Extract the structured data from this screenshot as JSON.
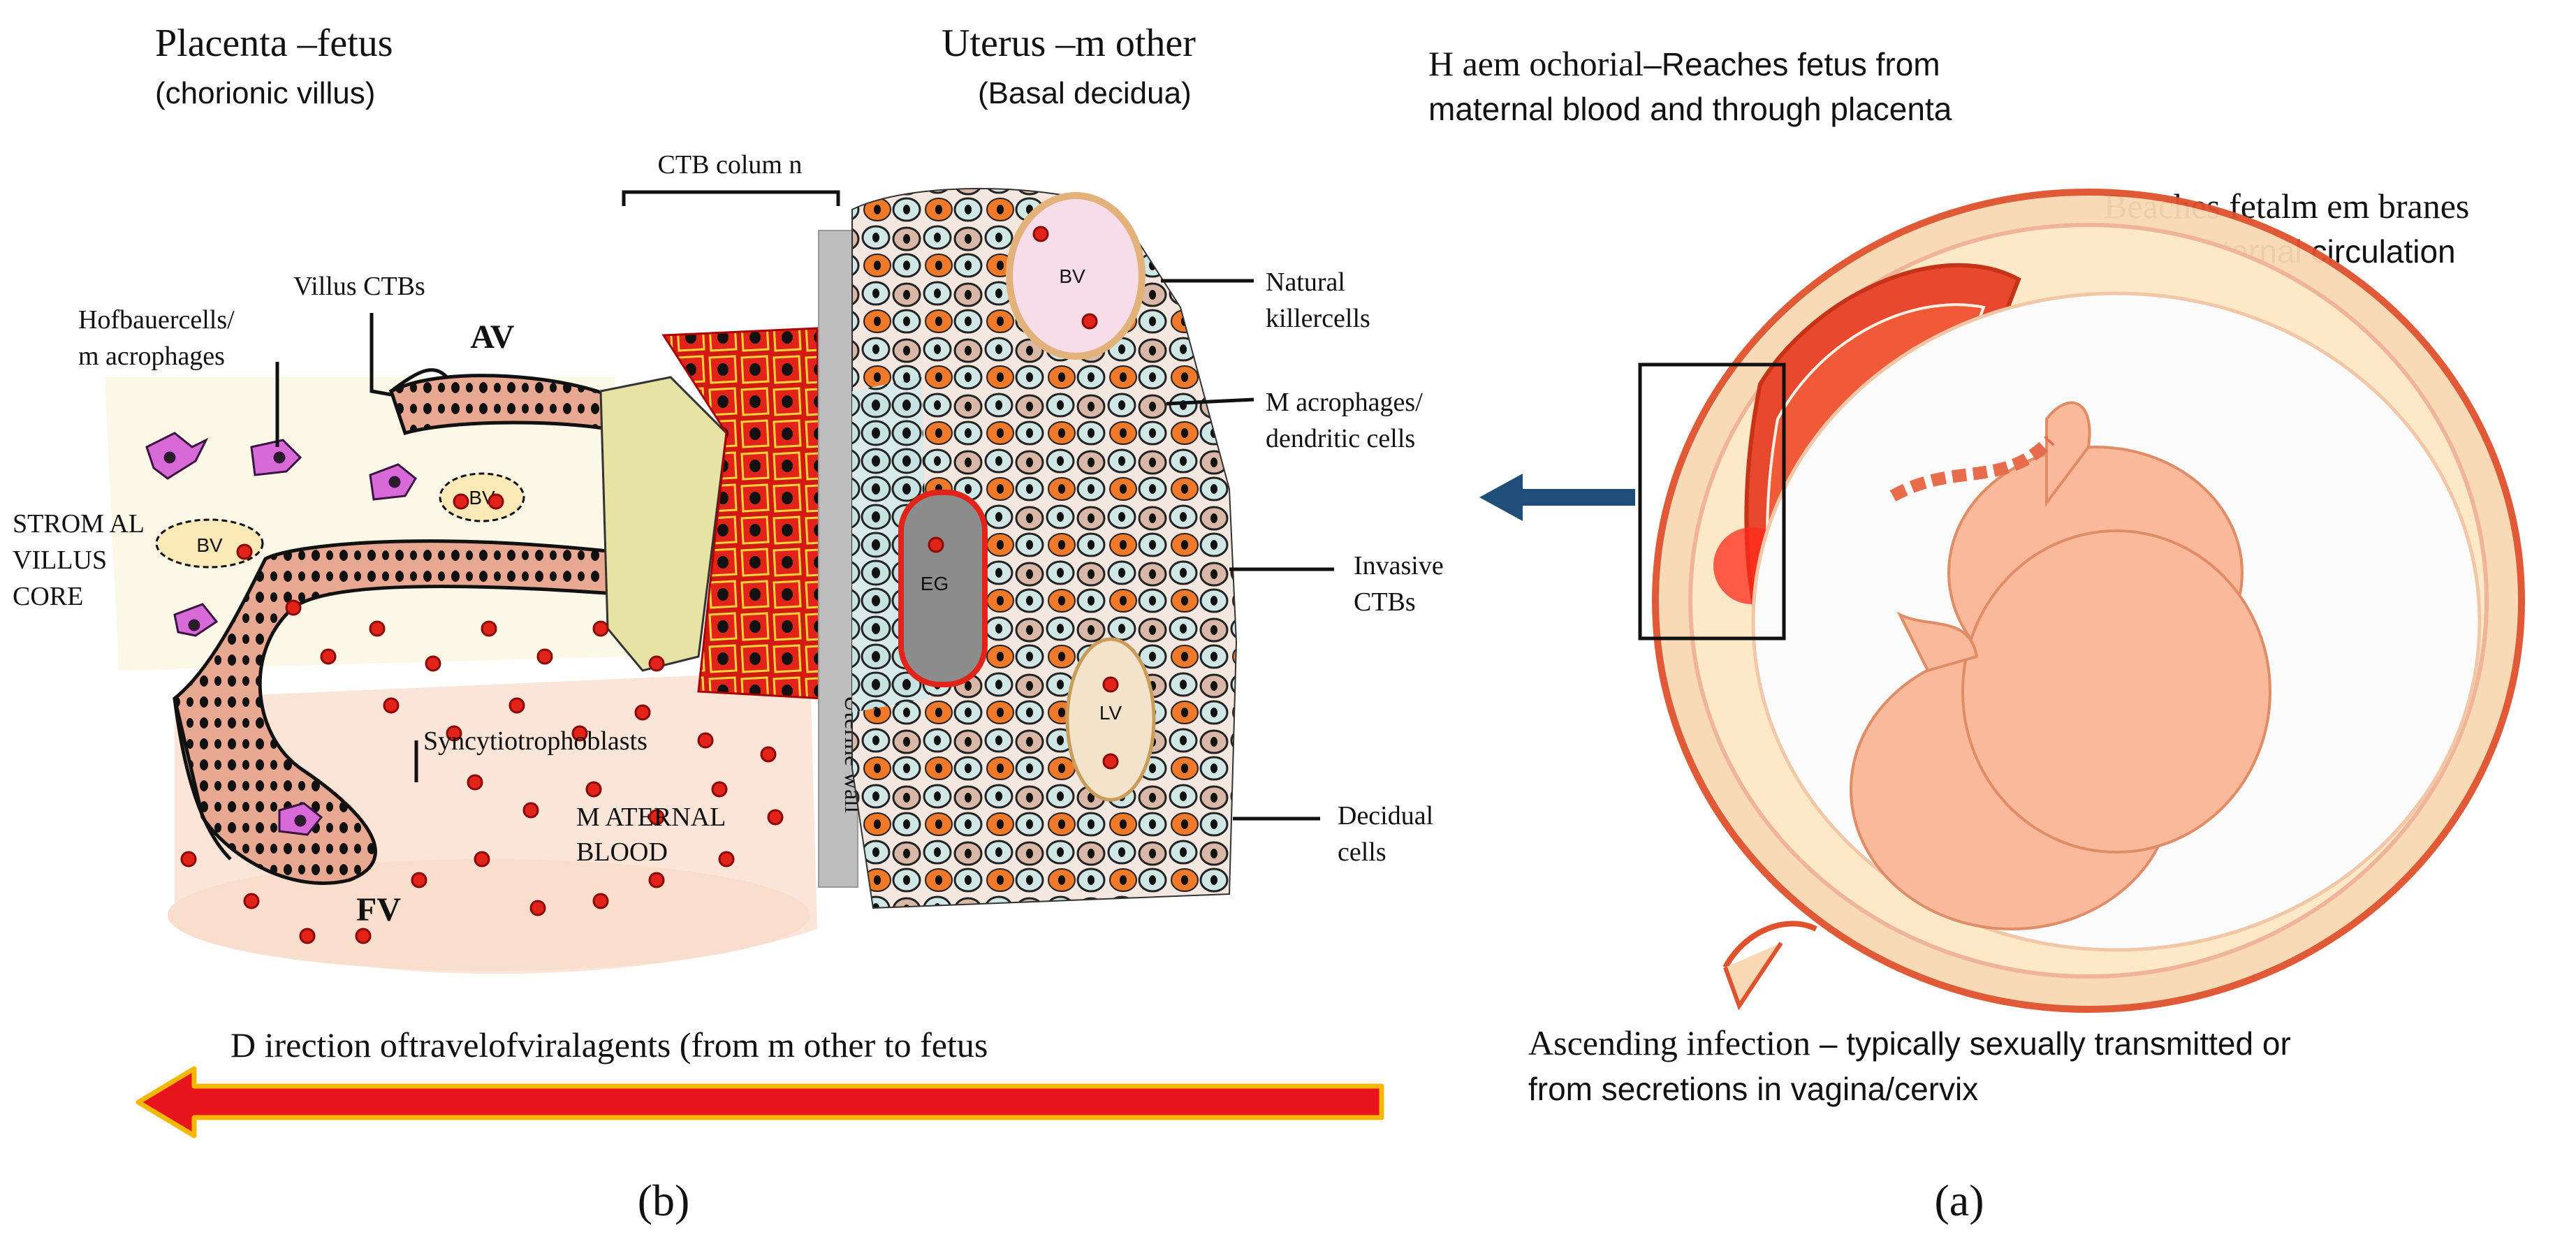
{
  "panel_b": {
    "title_left": "Placenta –fetus",
    "subtitle_left": "(chorionic villus)",
    "title_right": "Uterus –m other",
    "subtitle_right": "(Basal decidua)",
    "ctb_column": "CTB colum n",
    "villus_ctbs": "Villus CTBs",
    "hofbauer_1": "Hofbauercells/",
    "hofbauer_2": "m acrophages",
    "av": "AV",
    "fv": "FV",
    "bv": "BV",
    "lv": "LV",
    "eg": "EG",
    "stromal_1": "STROM AL",
    "stromal_2": "VILLUS",
    "stromal_3": "CORE",
    "syncytio": "Syncytiotrophoblasts",
    "maternal_1": "M ATERNAL",
    "maternal_2": "BLOOD",
    "uterine_wall": "Uterine wall",
    "nk_1": "Natural",
    "nk_2": "killercells",
    "mac_1": "M acrophages/",
    "mac_2": "dendritic cells",
    "inv_1": "Invasive",
    "inv_2": "CTBs",
    "dec_1": "Decidual",
    "dec_2": "cells",
    "direction": "D irection oftravelofviralagents (from m other to fetus",
    "label": "(b)"
  },
  "panel_a": {
    "haem_head": "H aem ochorial",
    "haem_text_1": "–Reaches fetus from",
    "haem_text_2": "maternal blood and through placenta",
    "beaches_head": "Beaches fetalm em branes",
    "beaches_text": "from maternal circulation",
    "asc_head": "Ascending infection",
    "asc_text_1": " – typically sexually transmitted or",
    "asc_text_2": "from  secretions in vagina/cervix",
    "label": "(a)"
  },
  "colors": {
    "arrow_fill": "#e8141c",
    "arrow_outline": "#f5b800",
    "pointer_arrow": "#1f4e79",
    "cell_light": "#cfe8e6",
    "cell_tan": "#d9b8a8",
    "cell_red": "#e2231a",
    "cell_orange": "#f07a2a",
    "nk_magenta": "#d23fc0",
    "uterine_wall": "#bdbdbd"
  }
}
